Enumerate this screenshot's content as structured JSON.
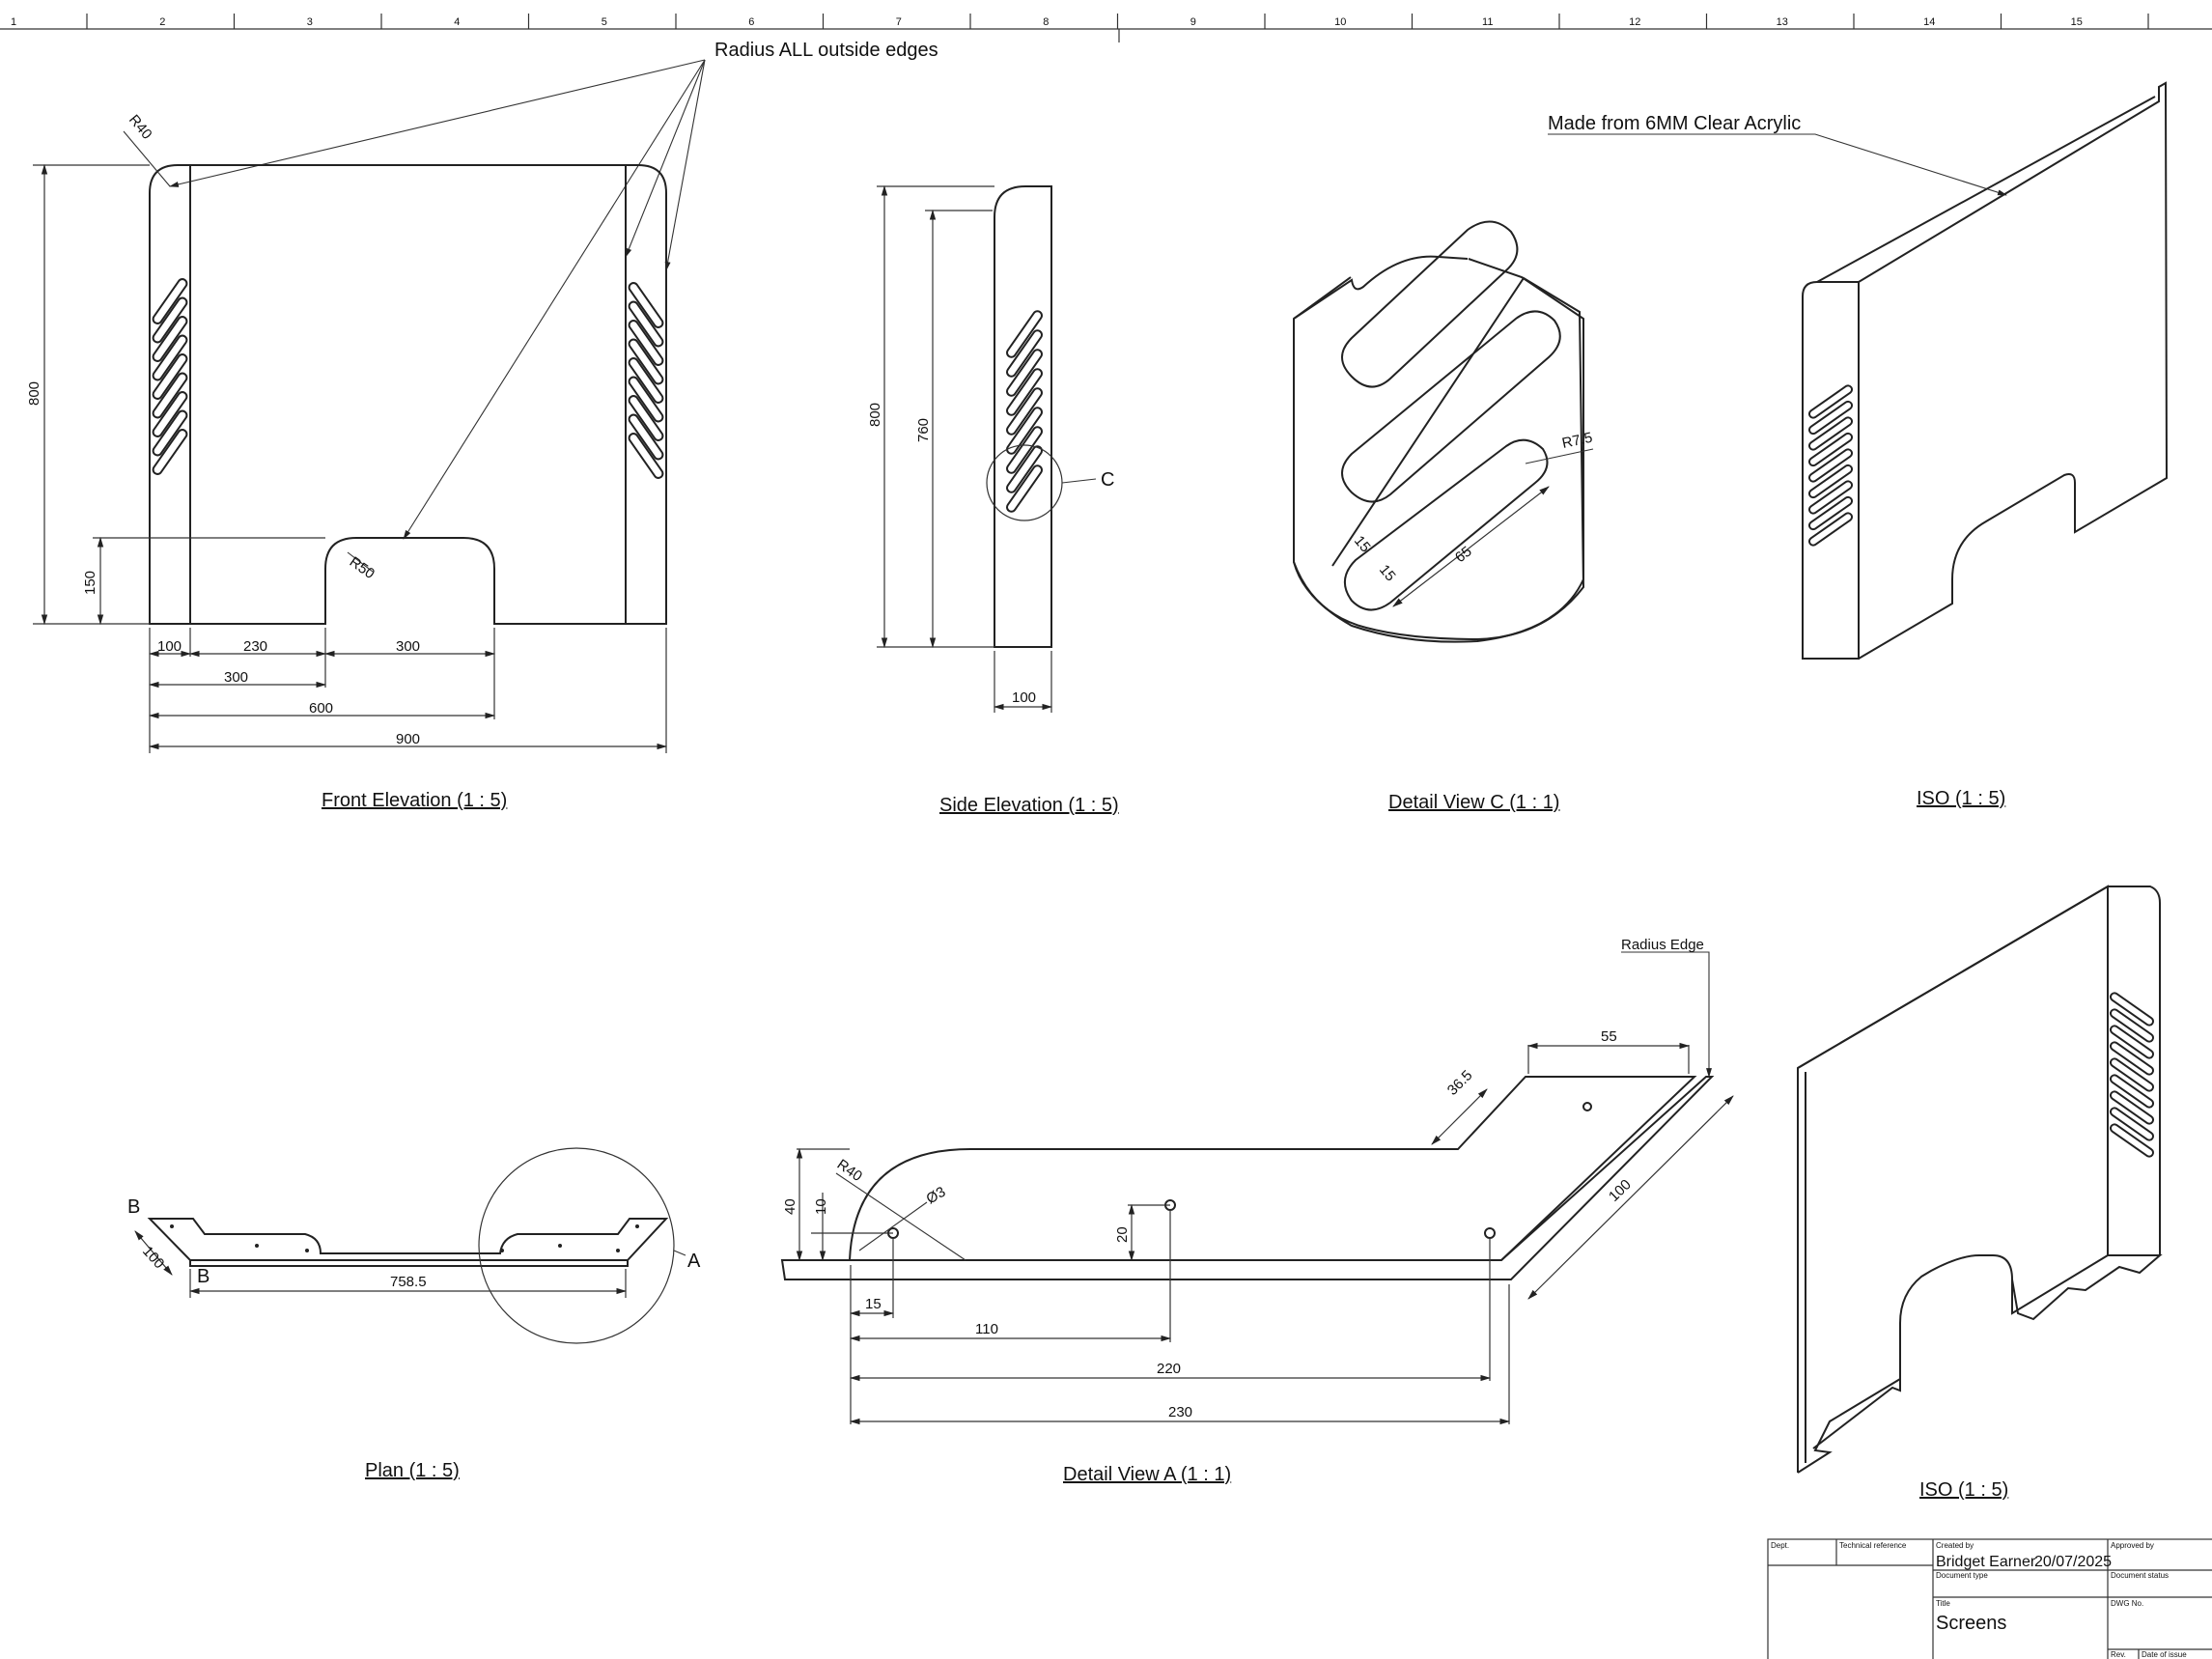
{
  "ruler": {
    "numbers": [
      "1",
      "2",
      "3",
      "4",
      "5",
      "6",
      "7",
      "8",
      "9",
      "10",
      "11",
      "12",
      "13",
      "14",
      "15"
    ]
  },
  "notes": {
    "radius_all": "Radius ALL outside edges",
    "material": "Made from 6MM Clear Acrylic",
    "radius_edge": "Radius Edge",
    "callout_c": "C",
    "callout_a": "A",
    "callout_b1": "B",
    "callout_b2": "B"
  },
  "views": {
    "front": {
      "caption": "Front Elevation (1 : 5)",
      "dims": {
        "r40": "R40",
        "r50": "R50",
        "h800": "800",
        "h150": "150",
        "d100": "100",
        "d230": "230",
        "d300a": "300",
        "d300b": "300",
        "d600": "600",
        "d900": "900"
      }
    },
    "side": {
      "caption": "Side Elevation (1 : 5)",
      "dims": {
        "h800": "800",
        "h760": "760",
        "w100": "100"
      }
    },
    "detail_c": {
      "caption": "Detail View C (1 : 1)",
      "dims": {
        "r75": "R7.5",
        "d15a": "15",
        "d15b": "15",
        "d65": "65"
      }
    },
    "iso_top": {
      "caption": "ISO (1 : 5)"
    },
    "plan": {
      "caption": "Plan (1 : 5)",
      "dims": {
        "d100": "100",
        "d7585": "758.5"
      }
    },
    "detail_a": {
      "caption": "Detail View A (1 : 1)",
      "dims": {
        "r40": "R40",
        "dia3": "Ø3",
        "h40": "40",
        "h10": "10",
        "h20": "20",
        "d15": "15",
        "d110": "110",
        "d220": "220",
        "d230": "230",
        "d365": "36.5",
        "d55": "55",
        "d100": "100"
      }
    },
    "iso_bottom": {
      "caption": "ISO (1 : 5)"
    }
  },
  "title_block": {
    "dept_label": "Dept.",
    "tech_ref_label": "Technical reference",
    "created_by_label": "Created by",
    "created_by": "Bridget Earner",
    "date": "20/07/2025",
    "approved_by_label": "Approved by",
    "doc_type_label": "Document type",
    "doc_status_label": "Document status",
    "title_label": "Title",
    "title": "Screens",
    "dwg_no_label": "DWG No.",
    "rev_label": "Rev.",
    "date_issue_label": "Date of issue"
  }
}
